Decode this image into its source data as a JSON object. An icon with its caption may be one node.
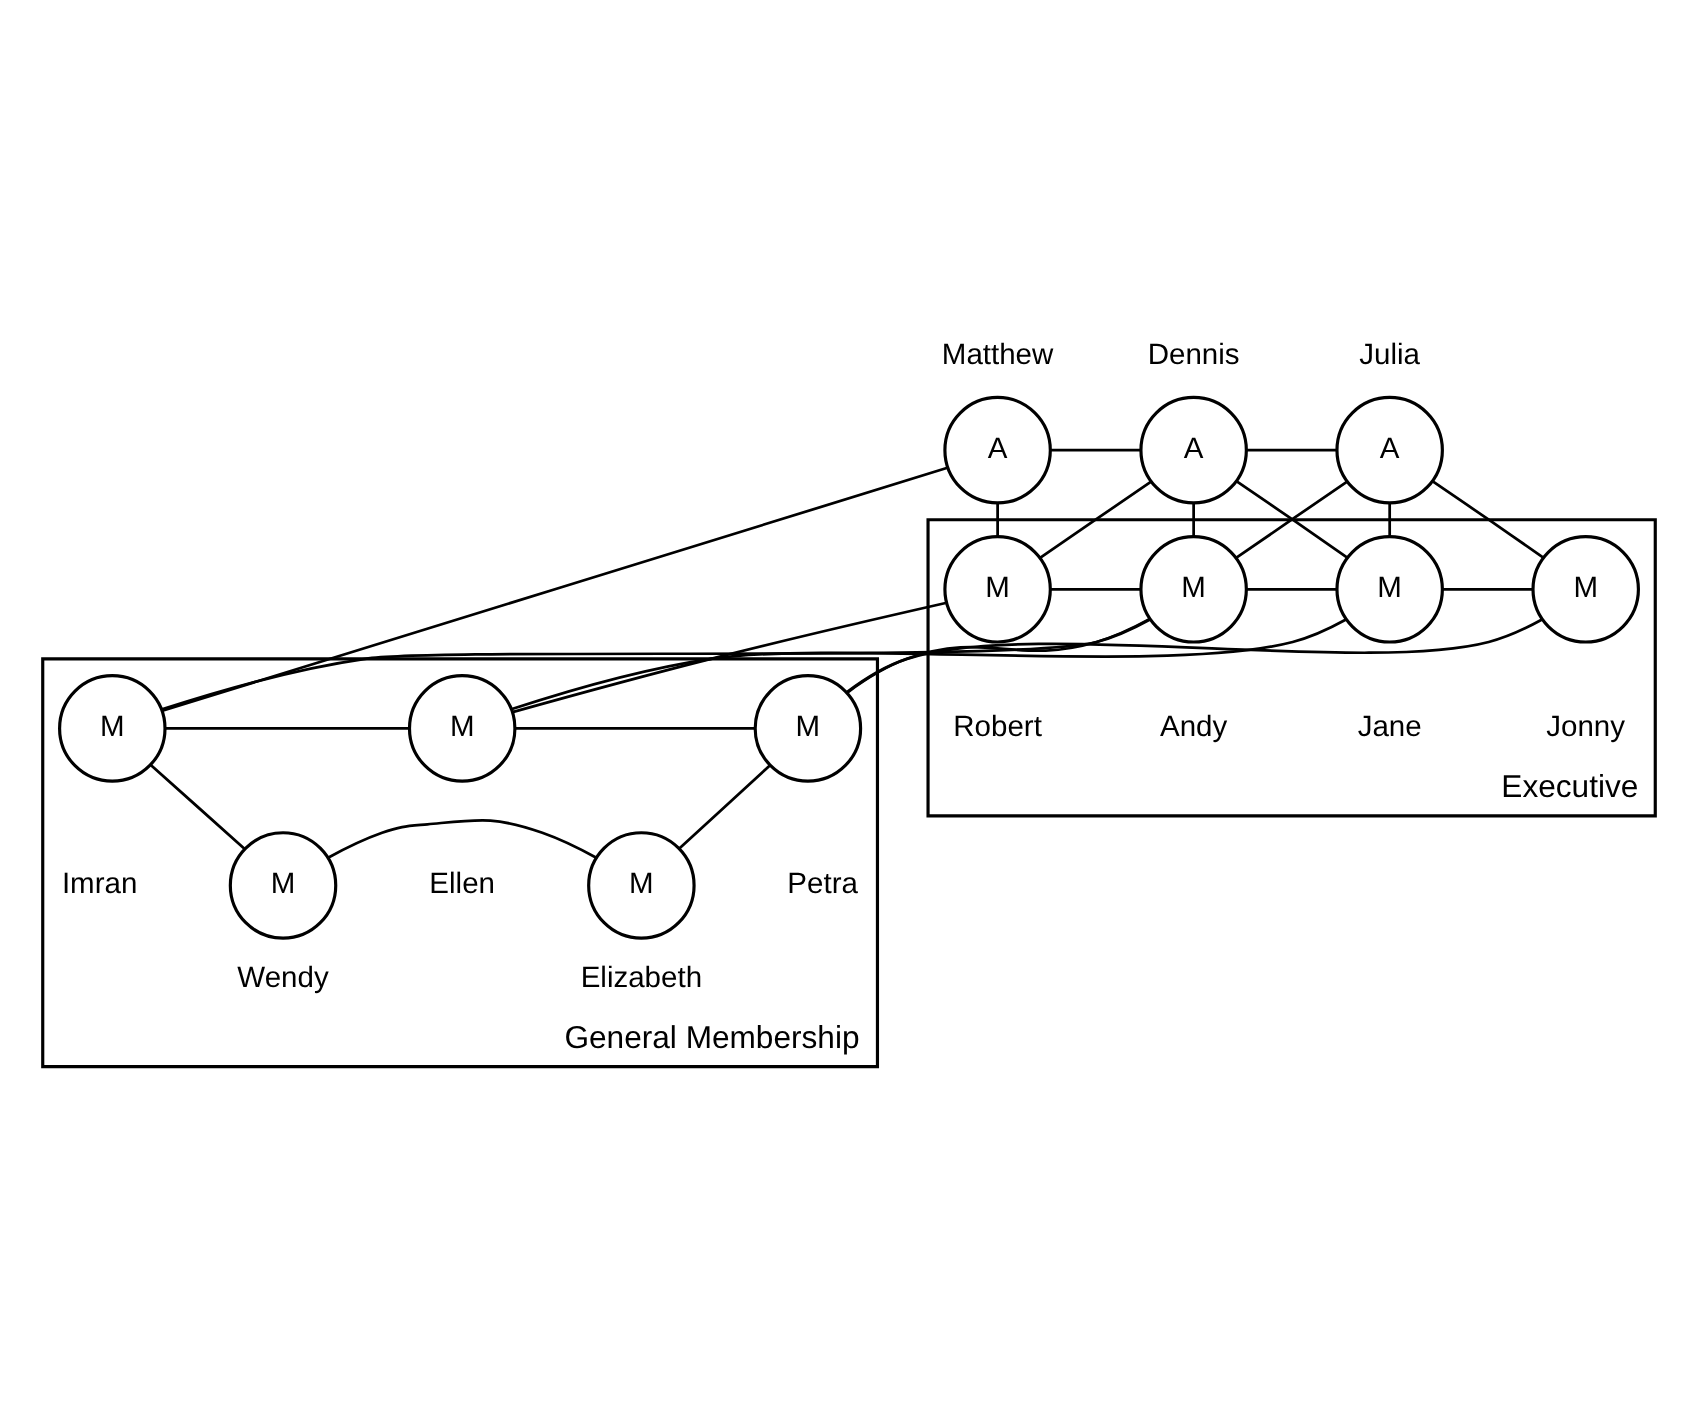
{
  "diagram": {
    "nodes": [
      {
        "text": [
          "A"
        ],
        "beside": [
          "Matthew"
        ]
      },
      {
        "text": [
          "A"
        ],
        "beside": [
          "Dennis"
        ]
      },
      {
        "text": [
          "A"
        ],
        "beside": [
          "Julia"
        ]
      },
      {
        "text": [
          "Executive"
        ]
      },
      {
        "text": [
          "M"
        ],
        "beside": [
          "Robert"
        ],
        "in": 3
      },
      {
        "text": [
          "M"
        ],
        "beside": [
          "Andy"
        ],
        "in": 3
      },
      {
        "text": [
          "M"
        ],
        "beside": [
          "Jane"
        ],
        "in": 3
      },
      {
        "text": [
          "M"
        ],
        "beside": [
          "Jonny"
        ],
        "in": 3
      },
      {
        "text": [
          "General Membership"
        ]
      },
      {
        "text": [
          "M"
        ],
        "beside": [
          "Imran"
        ],
        "in": 8
      },
      {
        "text": [
          "M"
        ],
        "beside": [
          "Ellen"
        ],
        "in": 8
      },
      {
        "text": [
          "M"
        ],
        "beside": [
          "Petra"
        ],
        "in": 8
      },
      {
        "text": [
          "M"
        ],
        "beside": [
          "Wendy"
        ],
        "in": 8
      },
      {
        "text": [
          "M"
        ],
        "beside": [
          "Elizabeth"
        ],
        "in": 8
      }
    ],
    "edges": [
      {
        "from": 0,
        "to": 1,
        "arrow": "none"
      },
      {
        "from": 1,
        "to": 2,
        "arrow": "none"
      },
      {
        "from": 0,
        "to": 4,
        "arrow": "none"
      },
      {
        "from": 0,
        "to": 9,
        "arrow": "none"
      },
      {
        "from": 1,
        "to": 4,
        "arrow": "none"
      },
      {
        "from": 1,
        "to": 5,
        "arrow": "none"
      },
      {
        "from": 1,
        "to": 6,
        "arrow": "none"
      },
      {
        "from": 2,
        "to": 5,
        "arrow": "none"
      },
      {
        "from": 2,
        "to": 6,
        "arrow": "none"
      },
      {
        "from": 2,
        "to": 7,
        "arrow": "none"
      },
      {
        "from": 4,
        "to": 5,
        "arrow": "none"
      },
      {
        "from": 5,
        "to": 6,
        "arrow": "none"
      },
      {
        "from": 6,
        "to": 7,
        "arrow": "none"
      },
      {
        "from": 4,
        "to": 10,
        "arrow": "none"
      },
      {
        "from": 5,
        "to": 9,
        "arrow": "none"
      },
      {
        "from": 5,
        "to": 11,
        "arrow": "none"
      },
      {
        "from": 6,
        "to": 10,
        "arrow": "none"
      },
      {
        "from": 7,
        "to": 11,
        "arrow": "none"
      },
      {
        "from": 9,
        "to": 10,
        "arrow": "none"
      },
      {
        "from": 10,
        "to": 11,
        "arrow": "none"
      },
      {
        "from": 9,
        "to": 12,
        "arrow": "none"
      },
      {
        "from": 11,
        "to": 13,
        "arrow": "none"
      },
      {
        "from": 12,
        "to": 13,
        "arrow": "none"
      }
    ]
  }
}
